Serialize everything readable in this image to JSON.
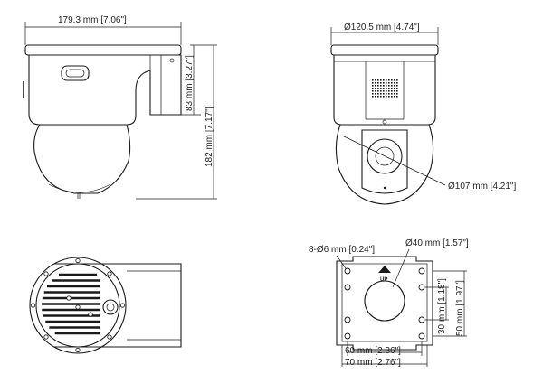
{
  "drawing": {
    "side_view": {
      "width_label": "179.3 mm [7.06\"]",
      "body_height_label": "83 mm [3.27\"]",
      "total_height_label": "182 mm [7.17\"]"
    },
    "front_view": {
      "top_diameter_label": "Ø120.5 mm [4.74\"]",
      "dome_diameter_label": "Ø107 mm [4.21\"]"
    },
    "base_view": {},
    "mount_view": {
      "holes_label": "8-Ø6 mm [0.24\"]",
      "center_hole_label": "Ø40 mm [1.57\"]",
      "up_arrow_label": "UP",
      "v_inner_label": "30 mm [1.18\"]",
      "v_outer_label": "50 mm [1.97\"]",
      "h_inner_label": "60 mm [2.36\"]",
      "h_outer_label": "70 mm [2.76\"]"
    }
  }
}
